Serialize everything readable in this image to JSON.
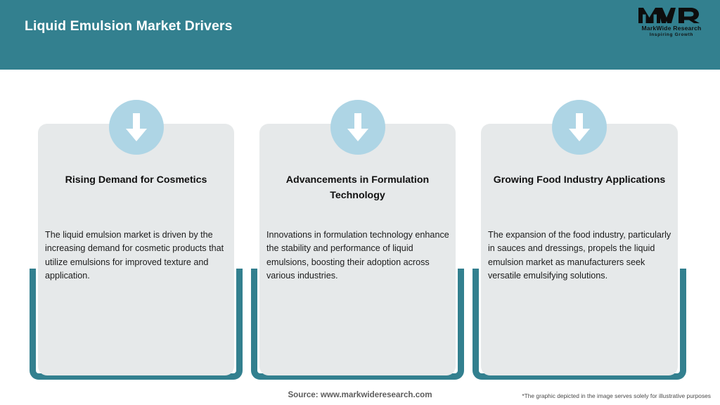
{
  "header": {
    "title": "Liquid Emulsion Market Drivers",
    "background_color": "#33808f",
    "title_color": "#ffffff"
  },
  "logo": {
    "mark_text": "MWR",
    "company_name": "MarkWide Research",
    "tagline": "Inspiring Growth"
  },
  "theme": {
    "accent_teal": "#33808f",
    "panel_gray": "#e6e9ea",
    "badge_blue": "#aed5e5",
    "page_background": "#ffffff"
  },
  "cards": [
    {
      "icon": "down-arrow-icon",
      "heading": "Rising Demand for Cosmetics",
      "body": "The liquid emulsion market is driven by the increasing demand for cosmetic products that utilize emulsions for improved texture and application."
    },
    {
      "icon": "down-arrow-icon",
      "heading": "Advancements in Formulation Technology",
      "body": "Innovations in formulation technology enhance the stability and performance of liquid emulsions, boosting their adoption across various industries."
    },
    {
      "icon": "down-arrow-icon",
      "heading": "Growing Food Industry Applications",
      "body": "The expansion of the food industry, particularly in sauces and dressings, propels the liquid emulsion market as manufacturers seek versatile emulsifying solutions."
    }
  ],
  "footer": {
    "source": "Source: www.markwideresearch.com",
    "disclaimer": "*The graphic depicted in the image serves solely for illustrative purposes"
  }
}
